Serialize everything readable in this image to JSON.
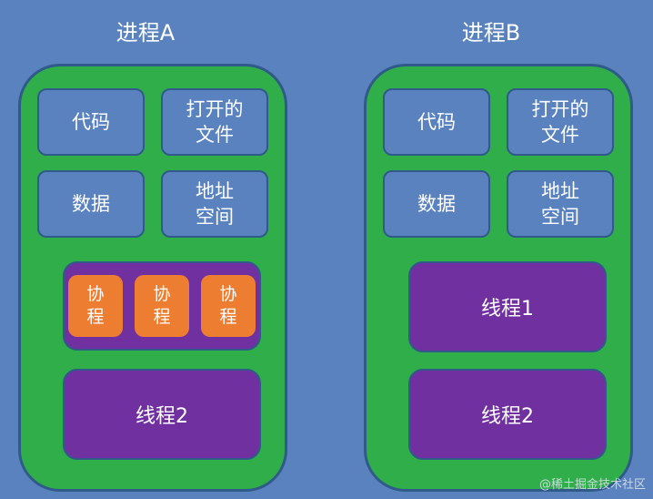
{
  "process_a": {
    "title": "进程A",
    "code": "代码",
    "open_files": "打开的\n文件",
    "data": "数据",
    "address_space": "地址\n空间",
    "coroutines": [
      "协\n程",
      "协\n程",
      "协\n程"
    ],
    "thread2": "线程2"
  },
  "process_b": {
    "title": "进程B",
    "code": "代码",
    "open_files": "打开的\n文件",
    "data": "数据",
    "address_space": "地址\n空间",
    "thread1": "线程1",
    "thread2": "线程2"
  },
  "watermark": "@稀土掘金技术社区",
  "colors": {
    "background": "#5a82bf",
    "process": "#2fae4a",
    "thread": "#7030a0",
    "coroutine": "#ed7d31",
    "border": "#2f5a8a"
  }
}
